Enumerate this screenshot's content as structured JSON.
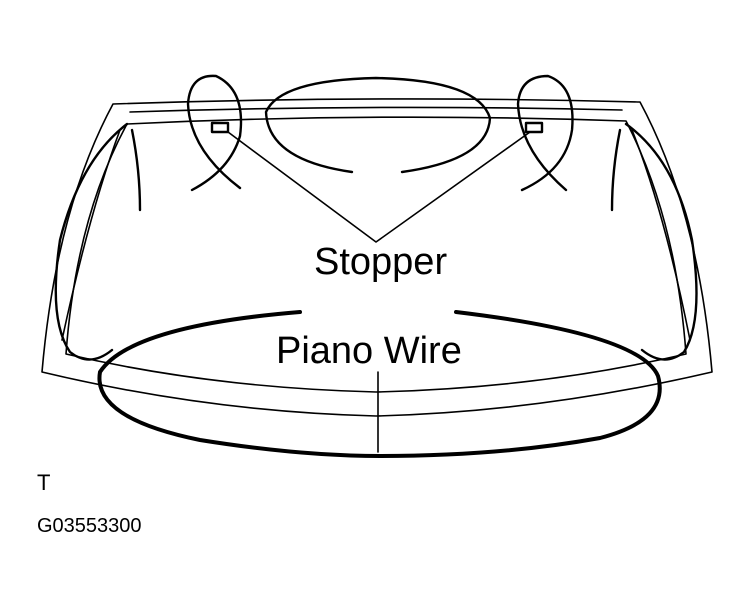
{
  "labels": {
    "stopper": "Stopper",
    "piano_wire": "Piano Wire"
  },
  "footer": {
    "view_letter": "T",
    "figure_code": "G03553300"
  }
}
